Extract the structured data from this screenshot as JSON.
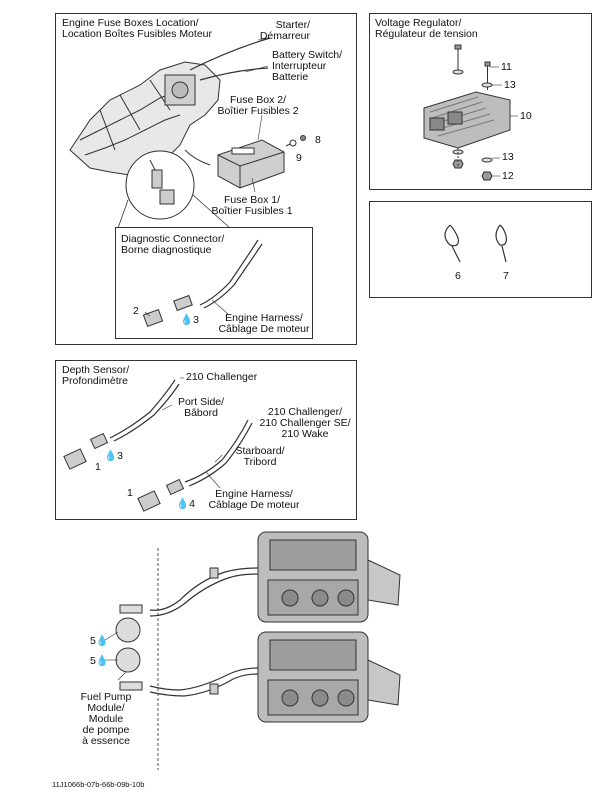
{
  "panel_engine": {
    "title_line1": "Engine Fuse Boxes Location/",
    "title_line2": "Location Boîtes Fusibles Moteur",
    "starter_line1": "Starter/",
    "starter_line2": "Démarreur",
    "battery_line1": "Battery Switch/",
    "battery_line2": "Interrupteur",
    "battery_line3": "Batterie",
    "fuse2_line1": "Fuse Box 2/",
    "fuse2_line2": "Boîtier Fusibles 2",
    "fuse1_line1": "Fuse Box 1/",
    "fuse1_line2": "Boîtier Fusibles 1",
    "num_8": "8",
    "num_9": "9",
    "diag_line1": "Diagnostic Connector/",
    "diag_line2": "Borne diagnostique",
    "num_2": "2",
    "num_3": "3",
    "harness_line1": "Engine Harness/",
    "harness_line2": "Câblage De moteur"
  },
  "panel_voltage": {
    "title_line1": "Voltage Regulator/",
    "title_line2": "Régulateur de tension",
    "num_10": "10",
    "num_11": "11",
    "num_12": "12",
    "num_13a": "13",
    "num_13b": "13"
  },
  "panel_ties": {
    "num_6": "6",
    "num_7": "7"
  },
  "panel_depth": {
    "title_line1": "Depth Sensor/",
    "title_line2": "Profondimètre",
    "challenger_210": "210 Challenger",
    "port_line1": "Port Side/",
    "port_line2": "Bâbord",
    "models_line1": "210 Challenger/",
    "models_line2": "210 Challenger SE/",
    "models_line3": "210 Wake",
    "starboard_line1": "Starboard/",
    "starboard_line2": "Tribord",
    "harness_line1": "Engine Harness/",
    "harness_line2": "Câblage De moteur",
    "num_1a": "1",
    "num_3": "3",
    "num_1b": "1",
    "num_4": "4"
  },
  "engines": {
    "num_5a": "5",
    "num_5b": "5",
    "fuelpump_line1": "Fuel Pump",
    "fuelpump_line2": "Module/",
    "fuelpump_line3": "Module",
    "fuelpump_line4": "de pompe",
    "fuelpump_line5": "à essence"
  },
  "footer": "11J1066b-07b-66b-09b-10b"
}
